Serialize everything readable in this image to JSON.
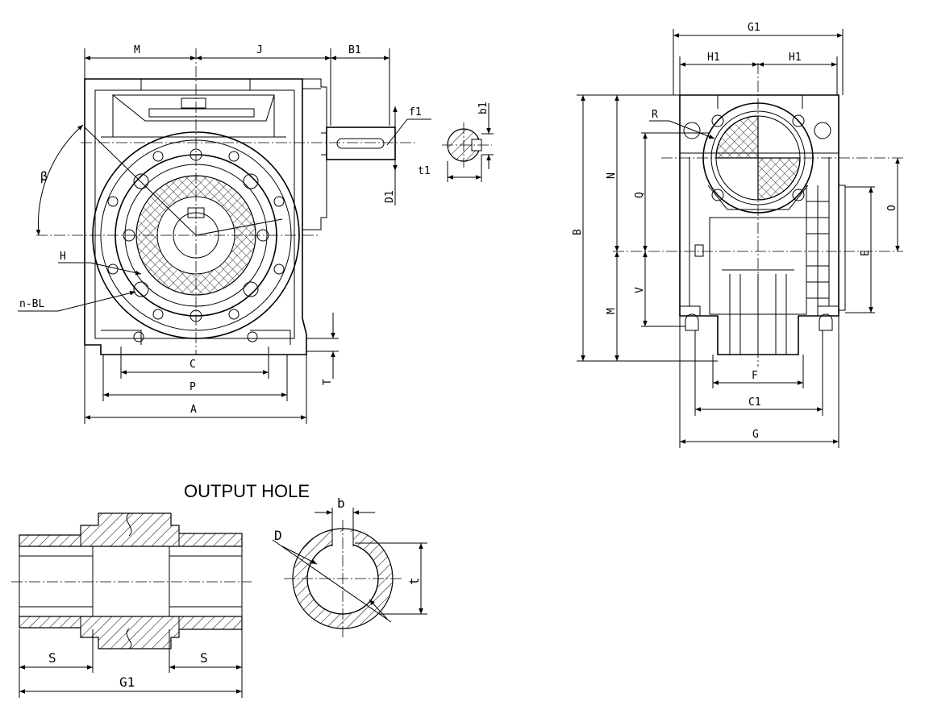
{
  "title": "OUTPUT HOLE",
  "labels": {
    "M": "M",
    "J": "J",
    "B1": "B1",
    "f1": "f1",
    "b1": "b1",
    "t1": "t1",
    "D1": "D1",
    "beta": "β",
    "H": "H",
    "nBL": "n-BL",
    "C": "C",
    "P": "P",
    "A": "A",
    "T": "T",
    "G1": "G1",
    "H1": "H1",
    "R": "R",
    "N": "N",
    "Q": "Q",
    "B": "B",
    "O": "O",
    "E": "E",
    "V": "V",
    "F": "F",
    "C1": "C1",
    "G": "G",
    "S": "S",
    "b": "b",
    "D": "D",
    "t": "t"
  },
  "colors": {
    "line": "#000000",
    "background": "#ffffff"
  }
}
